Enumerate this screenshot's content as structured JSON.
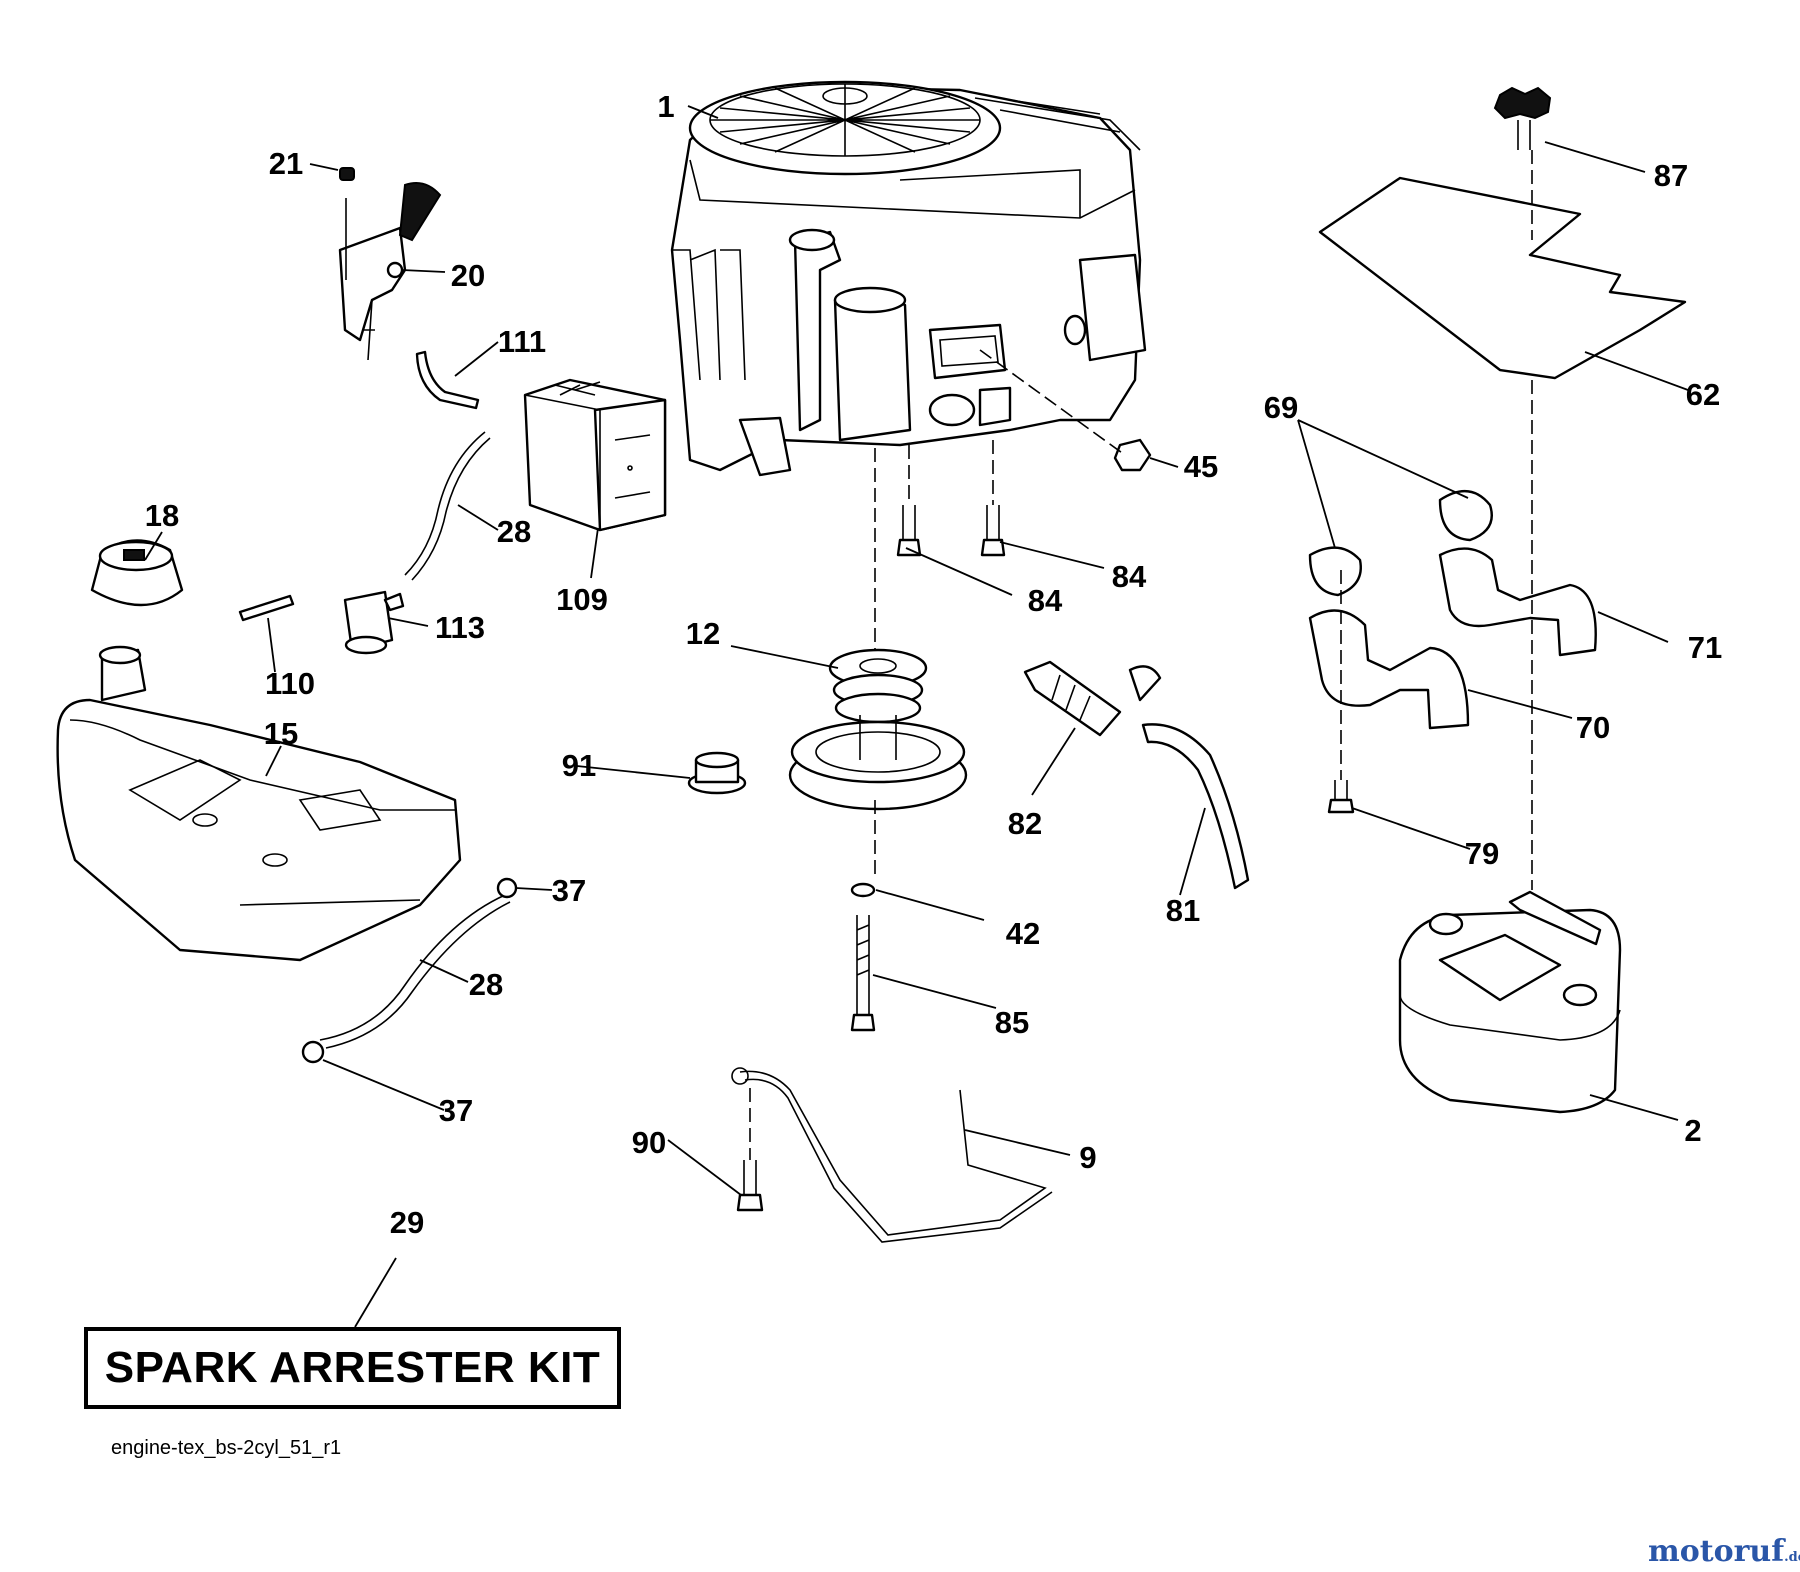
{
  "labels": [
    "1",
    "21",
    "20",
    "111",
    "28",
    "109",
    "18",
    "113",
    "110",
    "15",
    "91",
    "12",
    "84",
    "84",
    "45",
    "82",
    "81",
    "42",
    "85",
    "37",
    "28",
    "37",
    "9",
    "90",
    "29",
    "87",
    "62",
    "69",
    "71",
    "70",
    "79",
    "2"
  ],
  "kit": {
    "title": "SPARK ARRESTER KIT"
  },
  "footer": {
    "code": "engine-tex_bs-2cyl_51_r1",
    "brand": "motoruf",
    "brand_suffix": ".de"
  },
  "colors": {
    "line": "#000000",
    "background": "#ffffff",
    "brand": "#2a56a8"
  }
}
